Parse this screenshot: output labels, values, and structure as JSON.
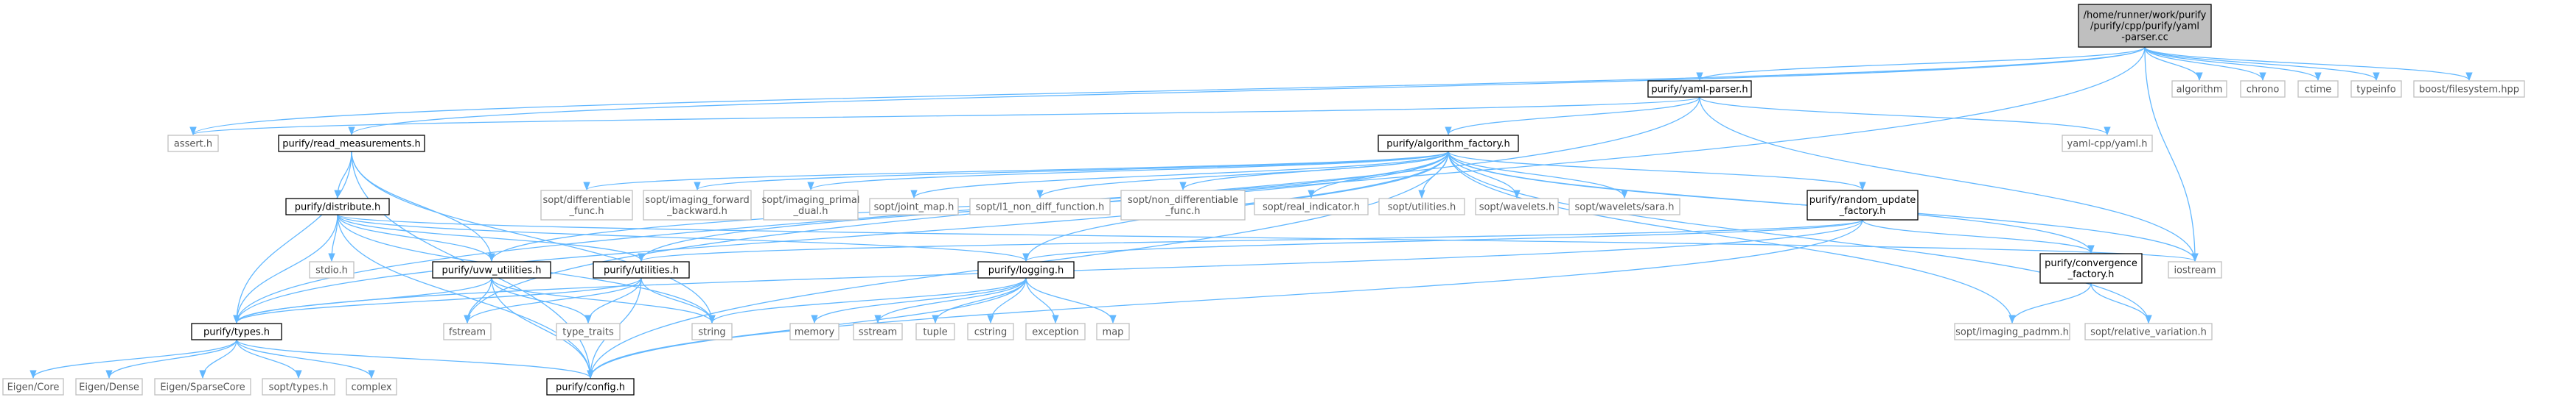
{
  "diagram": {
    "title": "",
    "nodes": [
      {
        "id": "root",
        "lines": [
          "/home/runner/work/purify",
          "/purify/cpp/purify/yaml",
          "-parser.cc"
        ],
        "style": "root"
      },
      {
        "id": "yaml_parser_h",
        "lines": [
          "purify/yaml-parser.h"
        ],
        "style": "doc"
      },
      {
        "id": "read_meas_h",
        "lines": [
          "purify/read_measurements.h"
        ],
        "style": "doc"
      },
      {
        "id": "algo_factory_h",
        "lines": [
          "purify/algorithm_factory.h"
        ],
        "style": "doc"
      },
      {
        "id": "distribute_h",
        "lines": [
          "purify/distribute.h"
        ],
        "style": "doc"
      },
      {
        "id": "random_update_h",
        "lines": [
          "purify/random_update",
          "_factory.h"
        ],
        "style": "doc"
      },
      {
        "id": "uvw_utilities_h",
        "lines": [
          "purify/uvw_utilities.h"
        ],
        "style": "doc"
      },
      {
        "id": "utilities_h",
        "lines": [
          "purify/utilities.h"
        ],
        "style": "doc"
      },
      {
        "id": "logging_h",
        "lines": [
          "purify/logging.h"
        ],
        "style": "doc"
      },
      {
        "id": "convergence_h",
        "lines": [
          "purify/convergence",
          "_factory.h"
        ],
        "style": "doc"
      },
      {
        "id": "types_h",
        "lines": [
          "purify/types.h"
        ],
        "style": "doc"
      },
      {
        "id": "config_h",
        "lines": [
          "purify/config.h"
        ],
        "style": "doc"
      },
      {
        "id": "algorithm",
        "lines": [
          "algorithm"
        ],
        "style": "ext"
      },
      {
        "id": "chrono",
        "lines": [
          "chrono"
        ],
        "style": "ext"
      },
      {
        "id": "ctime",
        "lines": [
          "ctime"
        ],
        "style": "ext"
      },
      {
        "id": "typeinfo",
        "lines": [
          "typeinfo"
        ],
        "style": "ext"
      },
      {
        "id": "boost_fs",
        "lines": [
          "boost/filesystem.hpp"
        ],
        "style": "ext"
      },
      {
        "id": "assert_h",
        "lines": [
          "assert.h"
        ],
        "style": "ext"
      },
      {
        "id": "yamlcpp",
        "lines": [
          "yaml-cpp/yaml.h"
        ],
        "style": "ext"
      },
      {
        "id": "iostream",
        "lines": [
          "iostream"
        ],
        "style": "ext"
      },
      {
        "id": "sopt_diff",
        "lines": [
          "sopt/differentiable",
          "_func.h"
        ],
        "style": "ext"
      },
      {
        "id": "sopt_imfb",
        "lines": [
          "sopt/imaging_forward",
          "_backward.h"
        ],
        "style": "ext"
      },
      {
        "id": "sopt_impd",
        "lines": [
          "sopt/imaging_primal",
          "_dual.h"
        ],
        "style": "ext"
      },
      {
        "id": "sopt_joint",
        "lines": [
          "sopt/joint_map.h"
        ],
        "style": "ext"
      },
      {
        "id": "sopt_l1",
        "lines": [
          "sopt/l1_non_diff_function.h"
        ],
        "style": "ext"
      },
      {
        "id": "sopt_nondiff",
        "lines": [
          "sopt/non_differentiable",
          "_func.h"
        ],
        "style": "ext"
      },
      {
        "id": "sopt_real",
        "lines": [
          "sopt/real_indicator.h"
        ],
        "style": "ext"
      },
      {
        "id": "sopt_util",
        "lines": [
          "sopt/utilities.h"
        ],
        "style": "ext"
      },
      {
        "id": "sopt_wav",
        "lines": [
          "sopt/wavelets.h"
        ],
        "style": "ext"
      },
      {
        "id": "sopt_sara",
        "lines": [
          "sopt/wavelets/sara.h"
        ],
        "style": "ext"
      },
      {
        "id": "stdio",
        "lines": [
          "stdio.h"
        ],
        "style": "ext"
      },
      {
        "id": "fstream",
        "lines": [
          "fstream"
        ],
        "style": "ext"
      },
      {
        "id": "string",
        "lines": [
          "string"
        ],
        "style": "ext"
      },
      {
        "id": "type_traits",
        "lines": [
          "type_traits"
        ],
        "style": "ext"
      },
      {
        "id": "memory",
        "lines": [
          "memory"
        ],
        "style": "ext"
      },
      {
        "id": "sstream",
        "lines": [
          "sstream"
        ],
        "style": "ext"
      },
      {
        "id": "tuple",
        "lines": [
          "tuple"
        ],
        "style": "ext"
      },
      {
        "id": "cstring",
        "lines": [
          "cstring"
        ],
        "style": "ext"
      },
      {
        "id": "exception",
        "lines": [
          "exception"
        ],
        "style": "ext"
      },
      {
        "id": "map",
        "lines": [
          "map"
        ],
        "style": "ext"
      },
      {
        "id": "sopt_padmm",
        "lines": [
          "sopt/imaging_padmm.h"
        ],
        "style": "ext"
      },
      {
        "id": "sopt_relvar",
        "lines": [
          "sopt/relative_variation.h"
        ],
        "style": "ext"
      },
      {
        "id": "eigen_core",
        "lines": [
          "Eigen/Core"
        ],
        "style": "ext"
      },
      {
        "id": "eigen_dense",
        "lines": [
          "Eigen/Dense"
        ],
        "style": "ext"
      },
      {
        "id": "eigen_sparse",
        "lines": [
          "Eigen/SparseCore"
        ],
        "style": "ext"
      },
      {
        "id": "sopt_types",
        "lines": [
          "sopt/types.h"
        ],
        "style": "ext"
      },
      {
        "id": "complex",
        "lines": [
          "complex"
        ],
        "style": "ext"
      }
    ],
    "edges": [
      [
        "root",
        "yaml_parser_h"
      ],
      [
        "root",
        "algorithm"
      ],
      [
        "root",
        "chrono"
      ],
      [
        "root",
        "ctime"
      ],
      [
        "root",
        "typeinfo"
      ],
      [
        "root",
        "boost_fs"
      ],
      [
        "root",
        "assert_h"
      ],
      [
        "root",
        "read_meas_h"
      ],
      [
        "root",
        "fstream"
      ],
      [
        "root",
        "iostream"
      ],
      [
        "yaml_parser_h",
        "algo_factory_h"
      ],
      [
        "yaml_parser_h",
        "assert_h"
      ],
      [
        "yaml_parser_h",
        "yamlcpp"
      ],
      [
        "yaml_parser_h",
        "iostream"
      ],
      [
        "yaml_parser_h",
        "types_h"
      ],
      [
        "read_meas_h",
        "distribute_h"
      ],
      [
        "read_meas_h",
        "uvw_utilities_h"
      ],
      [
        "read_meas_h",
        "types_h"
      ],
      [
        "read_meas_h",
        "string"
      ],
      [
        "read_meas_h",
        "config_h"
      ],
      [
        "algo_factory_h",
        "sopt_diff"
      ],
      [
        "algo_factory_h",
        "sopt_imfb"
      ],
      [
        "algo_factory_h",
        "sopt_impd"
      ],
      [
        "algo_factory_h",
        "sopt_joint"
      ],
      [
        "algo_factory_h",
        "sopt_l1"
      ],
      [
        "algo_factory_h",
        "sopt_nondiff"
      ],
      [
        "algo_factory_h",
        "sopt_real"
      ],
      [
        "algo_factory_h",
        "sopt_util"
      ],
      [
        "algo_factory_h",
        "sopt_wav"
      ],
      [
        "algo_factory_h",
        "sopt_sara"
      ],
      [
        "algo_factory_h",
        "random_update_h"
      ],
      [
        "algo_factory_h",
        "convergence_h"
      ],
      [
        "algo_factory_h",
        "logging_h"
      ],
      [
        "algo_factory_h",
        "uvw_utilities_h"
      ],
      [
        "algo_factory_h",
        "utilities_h"
      ],
      [
        "algo_factory_h",
        "types_h"
      ],
      [
        "algo_factory_h",
        "config_h"
      ],
      [
        "algo_factory_h",
        "sopt_padmm"
      ],
      [
        "algo_factory_h",
        "sopt_relvar"
      ],
      [
        "algo_factory_h",
        "iostream"
      ],
      [
        "distribute_h",
        "stdio"
      ],
      [
        "distribute_h",
        "uvw_utilities_h"
      ],
      [
        "distribute_h",
        "utilities_h"
      ],
      [
        "distribute_h",
        "logging_h"
      ],
      [
        "distribute_h",
        "types_h"
      ],
      [
        "distribute_h",
        "config_h"
      ],
      [
        "distribute_h",
        "iostream"
      ],
      [
        "distribute_h",
        "string"
      ],
      [
        "random_update_h",
        "logging_h"
      ],
      [
        "random_update_h",
        "types_h"
      ],
      [
        "random_update_h",
        "config_h"
      ],
      [
        "random_update_h",
        "convergence_h"
      ],
      [
        "random_update_h",
        "utilities_h"
      ],
      [
        "uvw_utilities_h",
        "types_h"
      ],
      [
        "uvw_utilities_h",
        "fstream"
      ],
      [
        "uvw_utilities_h",
        "string"
      ],
      [
        "uvw_utilities_h",
        "type_traits"
      ],
      [
        "uvw_utilities_h",
        "config_h"
      ],
      [
        "utilities_h",
        "types_h"
      ],
      [
        "utilities_h",
        "fstream"
      ],
      [
        "utilities_h",
        "string"
      ],
      [
        "utilities_h",
        "type_traits"
      ],
      [
        "utilities_h",
        "config_h"
      ],
      [
        "logging_h",
        "string"
      ],
      [
        "logging_h",
        "memory"
      ],
      [
        "logging_h",
        "sstream"
      ],
      [
        "logging_h",
        "tuple"
      ],
      [
        "logging_h",
        "cstring"
      ],
      [
        "logging_h",
        "exception"
      ],
      [
        "logging_h",
        "map"
      ],
      [
        "logging_h",
        "config_h"
      ],
      [
        "convergence_h",
        "sopt_padmm"
      ],
      [
        "convergence_h",
        "sopt_relvar"
      ],
      [
        "types_h",
        "eigen_core"
      ],
      [
        "types_h",
        "eigen_dense"
      ],
      [
        "types_h",
        "eigen_sparse"
      ],
      [
        "types_h",
        "sopt_types"
      ],
      [
        "types_h",
        "complex"
      ],
      [
        "types_h",
        "config_h"
      ]
    ]
  },
  "colors": {
    "edge": "#63b8ff",
    "root_fill": "#bfbfbf",
    "doc_border": "#000000",
    "ext_border": "#bfbfbf",
    "ext_text": "#555555",
    "doc_text": "#000000"
  }
}
